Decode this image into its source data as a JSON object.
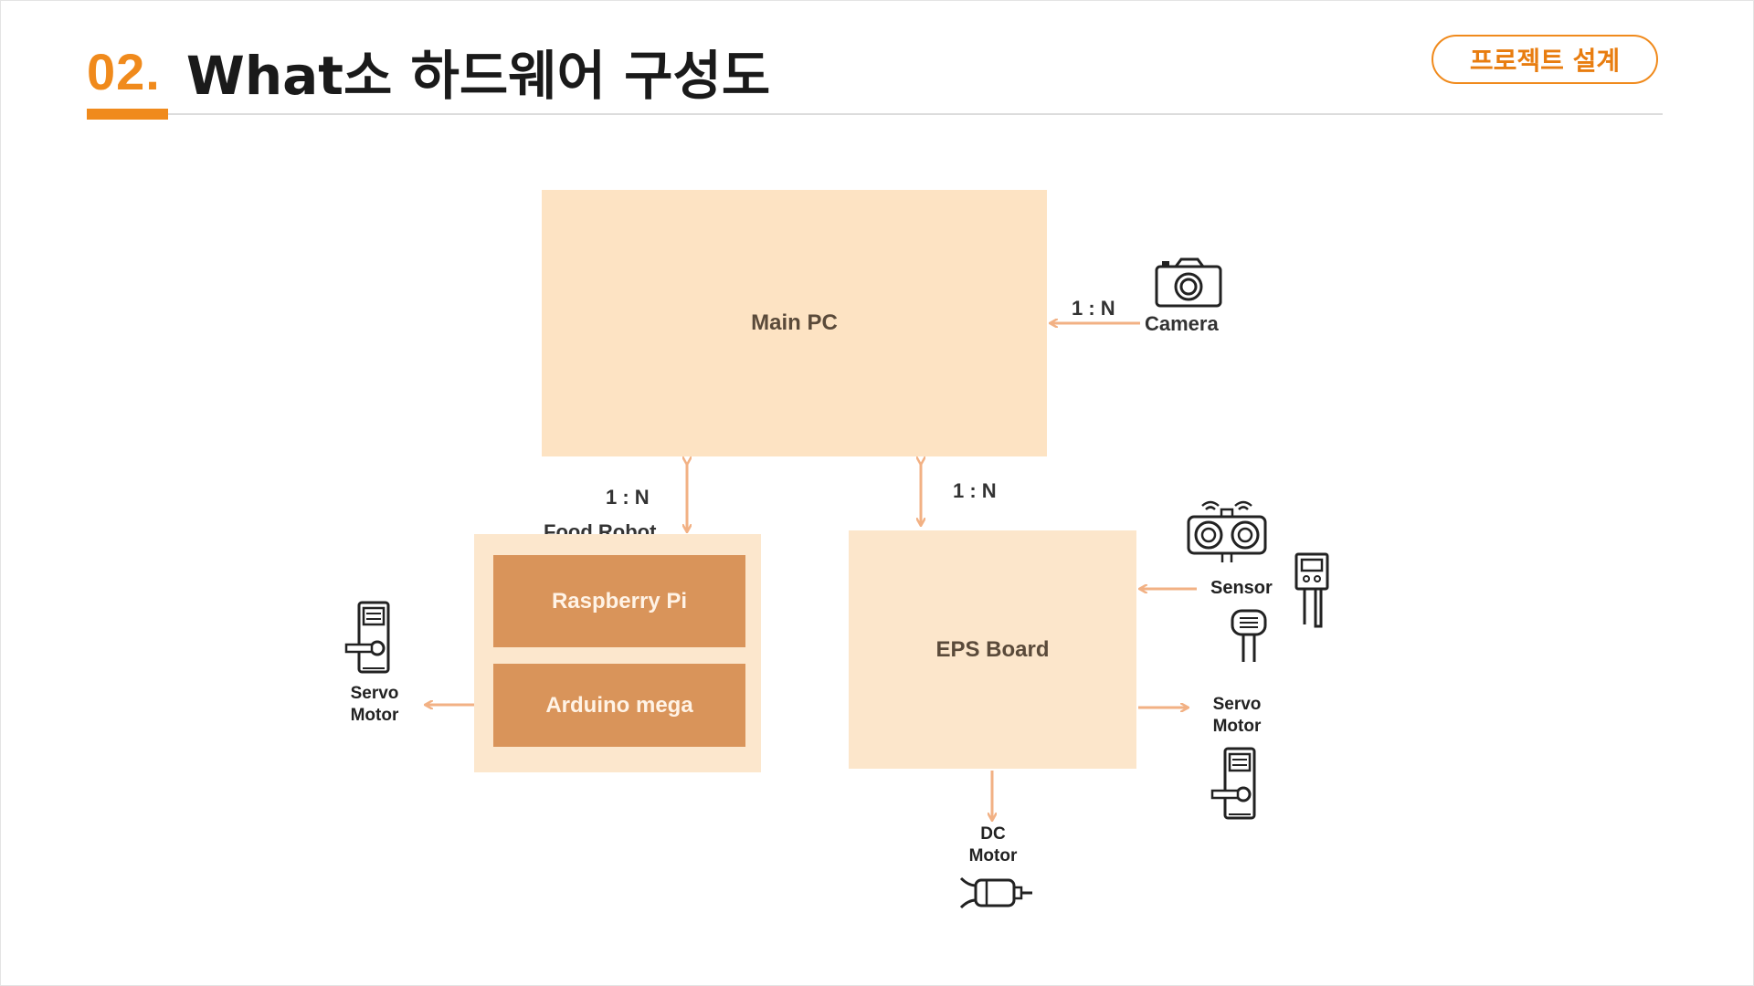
{
  "header": {
    "section_number": "02.",
    "title": "What소 하드웨어 구성도",
    "tag": "프로젝트 설계"
  },
  "diagram": {
    "main_pc": "Main PC",
    "camera": "Camera",
    "relation_camera": "1 : N",
    "relation_food_robot": "1 : N",
    "relation_eps": "1 : N",
    "food_robot": "Food Robot",
    "raspberry_pi": "Raspberry Pi",
    "arduino_mega": "Arduino mega",
    "eps_board": "EPS Board",
    "servo_left": [
      "Servo",
      "Motor"
    ],
    "sensor": "Sensor",
    "servo_right": [
      "Servo",
      "Motor"
    ],
    "dc_motor": [
      "DC",
      "Motor"
    ]
  },
  "colors": {
    "accent": "#f08a1c",
    "block_light": "#fde1be",
    "block_mid": "#fbe6cc",
    "block_dark": "#d9935a",
    "arrow": "#f2b184"
  }
}
